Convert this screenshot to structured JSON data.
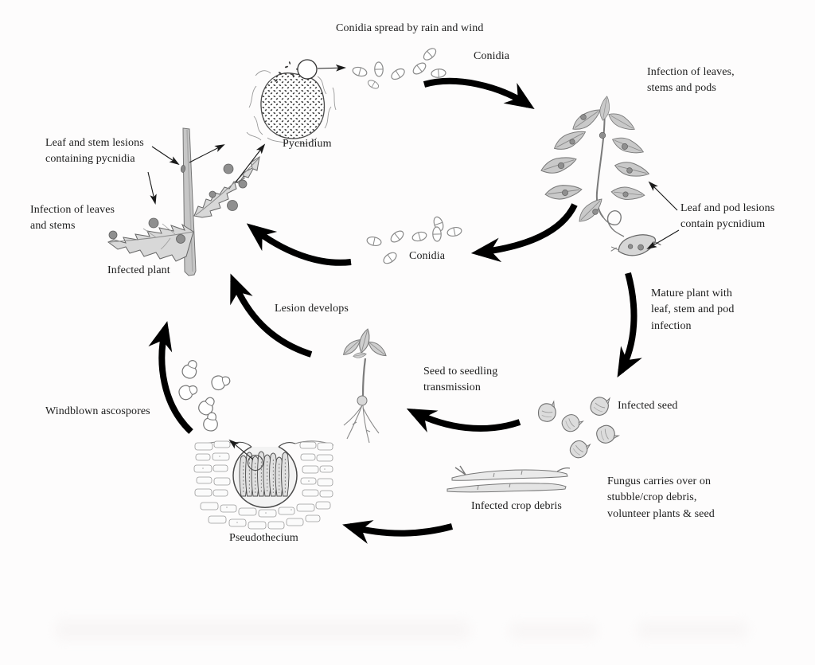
{
  "diagram": {
    "type": "disease-life-cycle",
    "subject": "Ascochyta blight fungal life cycle",
    "background_color": "#fdfcfc",
    "text_color": "#1c1c1c",
    "arrow_color": "#000000",
    "illustration_grays": [
      "#d8d8d8",
      "#c9c9c9",
      "#8f8f8f",
      "#666666"
    ]
  },
  "labels": {
    "top": {
      "spread_note": "Conidia spread by rain and wind",
      "conidia": "Conidia",
      "pycnidium": "Pycnidium"
    },
    "right": {
      "infection_leaves_stems_pods": "Infection of leaves,\nstems and pods",
      "leaf_pod_lesions": "Leaf and pod lesions\ncontain pycnidium",
      "mature_plant": "Mature plant with\nleaf, stem and pod\ninfection",
      "infected_seed": "Infected seed",
      "fungus_carryover": "Fungus carries over on\nstubble/crop debris,\nvolunteer plants & seed"
    },
    "left": {
      "leaf_stem_lesions": "Leaf and stem lesions\ncontaining pycnidia",
      "infection_leaves_stems": "Infection of leaves\nand stems",
      "infected_plant": "Infected plant",
      "windblown_ascospores": "Windblown ascospores"
    },
    "center": {
      "conidia": "Conidia",
      "lesion_develops": "Lesion develops",
      "seed_to_seedling": "Seed to seedling\ntransmission"
    },
    "bottom": {
      "pseudothecium": "Pseudothecium",
      "infected_crop_debris": "Infected crop debris"
    }
  },
  "illustrations": [
    "pycnidium-with-magnifier",
    "conidia-spores-top",
    "conidia-spores-center",
    "infected-compound-leaf-with-pod",
    "infected-plant-stem-and-leaves",
    "infected-seeds",
    "seedling",
    "windblown-ascospores",
    "pseudothecium-in-stubble",
    "infected-crop-debris"
  ]
}
